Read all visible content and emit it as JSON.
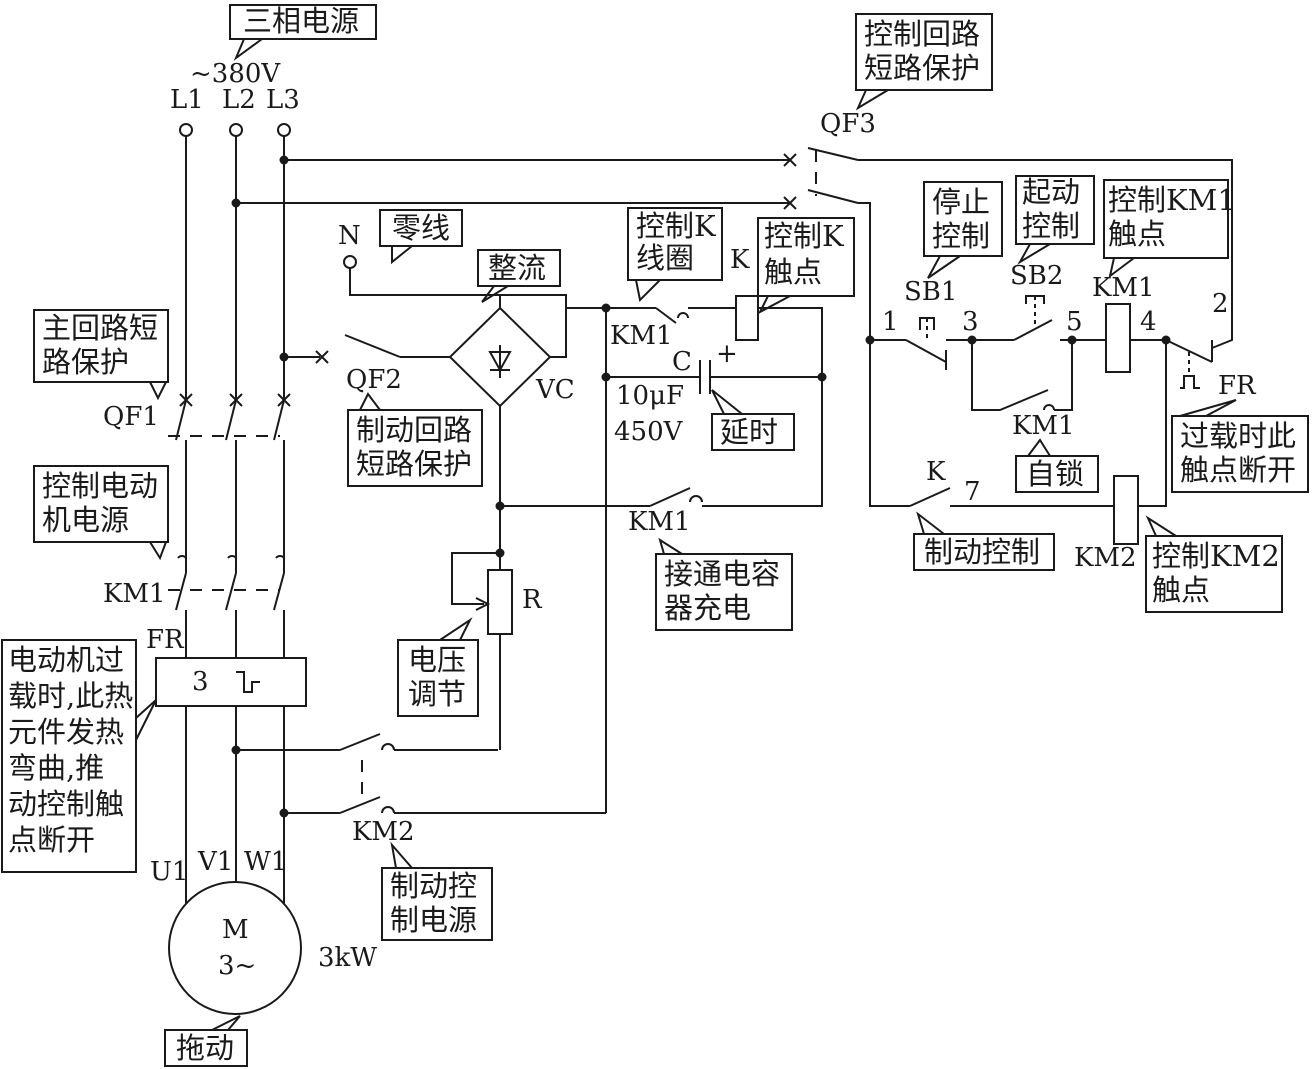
{
  "source": {
    "title": "三相电源",
    "voltage": "~380V",
    "phases": [
      "L1",
      "L2",
      "L3"
    ]
  },
  "labels": {
    "neutral": "N",
    "qf1": "QF1",
    "qf2": "QF2",
    "qf3": "QF3",
    "km1": "KM1",
    "km2": "KM2",
    "fr": "FR",
    "thermal_number": "3",
    "vc": "VC",
    "r": "R",
    "k": "K",
    "c": "C",
    "c_value": "10μF",
    "c_voltage": "450V",
    "plus": "+",
    "sb1": "SB1",
    "sb2": "SB2",
    "motor_m": "M",
    "motor_phase": "3~",
    "motor_power": "3kW",
    "u1": "U1",
    "v1": "V1",
    "w1": "W1",
    "node_1": "1",
    "node_2": "2",
    "node_3": "3",
    "node_4": "4",
    "node_5": "5",
    "node_7": "7"
  },
  "callouts": {
    "neutral_line": "零线",
    "rectifier": "整流",
    "main_short": [
      "主回路短",
      "路保护"
    ],
    "motor_power": [
      "控制电动",
      "机电源"
    ],
    "overload": [
      "电动机过",
      "载时,此热",
      "元件发热",
      "弯曲,推",
      "动控制触",
      "点断开"
    ],
    "brake_short": [
      "制动回路",
      "短路保护"
    ],
    "control_k_coil": [
      "控制K",
      "线圈"
    ],
    "control_k_contact": [
      "控制K",
      "触点"
    ],
    "delay": "延时",
    "charge": [
      "接通电容",
      "器充电"
    ],
    "voltage_adjust": [
      "电压",
      "调节"
    ],
    "brake_power": [
      "制动控",
      "制电源"
    ],
    "drive": "拖动",
    "control_short": [
      "控制回路",
      "短路保护"
    ],
    "stop": [
      "停止",
      "控制"
    ],
    "start": [
      "起动",
      "控制"
    ],
    "km1_contact": [
      "控制KM1",
      "触点"
    ],
    "self_lock": "自锁",
    "brake_control": "制动控制",
    "km2_contact": [
      "控制KM2",
      "触点"
    ],
    "fr_open": [
      "过载时此",
      "触点断开"
    ]
  }
}
